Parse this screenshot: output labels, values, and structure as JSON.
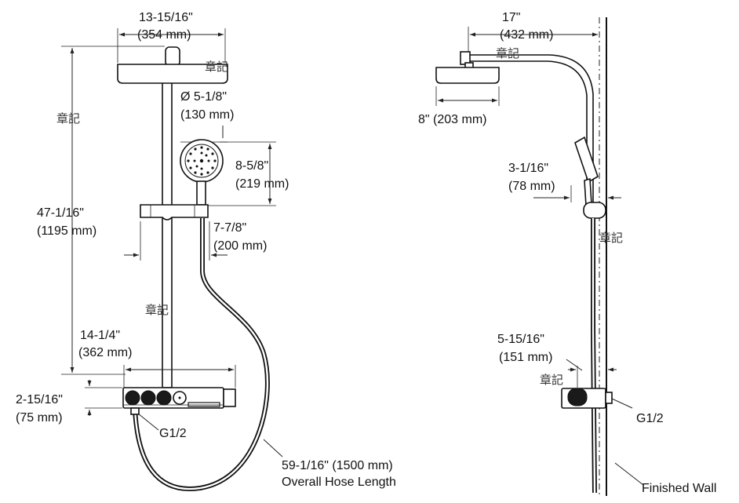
{
  "front_view": {
    "head_width": "13-15/16\"",
    "head_width_mm": "(354 mm)",
    "handshower_diameter": "Ø 5-1/8\"",
    "handshower_diameter_mm": "(130 mm)",
    "handshower_height": "8-5/8\"",
    "handshower_height_mm": "(219 mm)",
    "holder_offset": "7-7/8\"",
    "holder_offset_mm": "(200 mm)",
    "overall_height": "47-1/16\"",
    "overall_height_mm": "(1195 mm)",
    "valve_width": "14-1/4\"",
    "valve_width_mm": "(362 mm)",
    "valve_height": "2-15/16\"",
    "valve_height_mm": "(75 mm)",
    "inlet": "G1/2",
    "hose_length": "59-1/16\" (1500 mm)",
    "hose_caption": "Overall Hose Length"
  },
  "side_view": {
    "arm_reach": "17\"",
    "arm_reach_mm": "(432 mm)",
    "head_depth": "8\" (203 mm)",
    "handshower_projection": "3-1/16\"",
    "handshower_projection_mm": "(78 mm)",
    "valve_projection": "5-15/16\"",
    "valve_projection_mm": "(151 mm)",
    "inlet": "G1/2",
    "wall_label": "Finished Wall"
  },
  "marks": {
    "stamp": "章記"
  }
}
